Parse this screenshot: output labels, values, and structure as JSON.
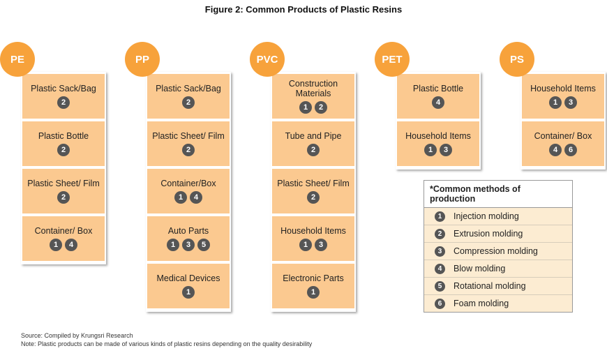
{
  "title": "Figure 2: Common Products of Plastic Resins",
  "colors": {
    "resin_circle": "#f7a23b",
    "card": "#fbc990",
    "method_badge": "#555555",
    "legend_row": "#fcecd2"
  },
  "columns": [
    {
      "resin": "PE",
      "products": [
        {
          "label": "Plastic Sack/Bag",
          "methods": [
            "2"
          ]
        },
        {
          "label": "Plastic Bottle",
          "methods": [
            "2"
          ]
        },
        {
          "label": "Plastic Sheet/ Film",
          "methods": [
            "2"
          ]
        },
        {
          "label": "Container/ Box",
          "methods": [
            "1",
            "4"
          ]
        }
      ]
    },
    {
      "resin": "PP",
      "products": [
        {
          "label": "Plastic Sack/Bag",
          "methods": [
            "2"
          ]
        },
        {
          "label": "Plastic Sheet/ Film",
          "methods": [
            "2"
          ]
        },
        {
          "label": "Container/Box",
          "methods": [
            "1",
            "4"
          ]
        },
        {
          "label": "Auto Parts",
          "methods": [
            "1",
            "3",
            "5"
          ]
        },
        {
          "label": "Medical Devices",
          "methods": [
            "1"
          ]
        }
      ]
    },
    {
      "resin": "PVC",
      "products": [
        {
          "label": "Construction Materials",
          "methods": [
            "1",
            "2"
          ]
        },
        {
          "label": "Tube and Pipe",
          "methods": [
            "2"
          ]
        },
        {
          "label": "Plastic Sheet/ Film",
          "methods": [
            "2"
          ]
        },
        {
          "label": "Household Items",
          "methods": [
            "1",
            "3"
          ]
        },
        {
          "label": "Electronic Parts",
          "methods": [
            "1"
          ]
        }
      ]
    },
    {
      "resin": "PET",
      "products": [
        {
          "label": "Plastic Bottle",
          "methods": [
            "4"
          ]
        },
        {
          "label": "Household Items",
          "methods": [
            "1",
            "3"
          ]
        }
      ]
    },
    {
      "resin": "PS",
      "products": [
        {
          "label": "Household Items",
          "methods": [
            "1",
            "3"
          ]
        },
        {
          "label": "Container/ Box",
          "methods": [
            "4",
            "6"
          ]
        }
      ]
    }
  ],
  "legend": {
    "title": "*Common methods of production",
    "items": [
      {
        "num": "1",
        "label": "Injection molding"
      },
      {
        "num": "2",
        "label": "Extrusion molding"
      },
      {
        "num": "3",
        "label": "Compression molding"
      },
      {
        "num": "4",
        "label": "Blow molding"
      },
      {
        "num": "5",
        "label": "Rotational molding"
      },
      {
        "num": "6",
        "label": "Foam molding"
      }
    ]
  },
  "source": "Source: Compiled by Krungsri Research",
  "note": "Note: Plastic products can be made of various kinds of plastic resins depending on the quality desirability"
}
